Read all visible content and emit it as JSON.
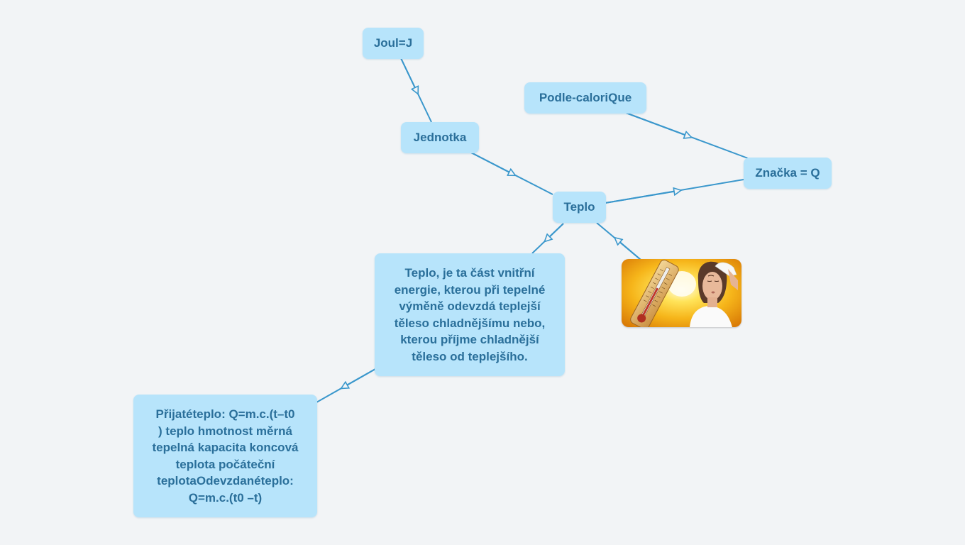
{
  "mindmap": {
    "colors": {
      "background": "#f2f4f6",
      "node_fill": "#b7e4fb",
      "node_text": "#2a6f9a",
      "edge": "#3a97cc"
    },
    "nodes": {
      "root": {
        "label": "Teplo"
      },
      "jednotka": {
        "label": "Jednotka"
      },
      "joul": {
        "label": "Joul=J"
      },
      "znacka": {
        "label": "Značka = Q"
      },
      "podle": {
        "label": "Podle-caloriQue"
      },
      "definice": {
        "label": "Teplo, je ta část vnitřní energie, kterou při tepelné výměně odevzdá teplejší těleso chladnějšímu nebo, kterou příjme chladnější těleso od teplejšího.",
        "lines": [
          "Teplo, je ta část vnitřní",
          "energie, kterou při tepelné",
          "výměně odevzdá teplejší",
          "těleso chladnějšímu nebo,",
          "kterou příjme chladnější",
          "těleso od teplejšího."
        ]
      },
      "vzorce": {
        "label": "Přijatéteplo: Q=m.c.(t–t0 ) teplo hmotnost měrná tepelná kapacita koncová teplota počáteční teplotaOdevzdanéteplo: Q=m.c.(t0 –t)",
        "lines": [
          "Přijatéteplo: Q=m.c.(t–t0",
          ") teplo hmotnost měrná",
          "tepelná kapacita koncová",
          "teplota počáteční",
          "teplotaOdevzdanéteplo:",
          "Q=m.c.(t0 –t)"
        ]
      },
      "image": {
        "description": "thermometer-and-sun-heat-image"
      }
    },
    "edges": [
      {
        "from": "joul",
        "to": "jednotka"
      },
      {
        "from": "jednotka",
        "to": "root"
      },
      {
        "from": "podle",
        "to": "znacka"
      },
      {
        "from": "root",
        "to": "znacka"
      },
      {
        "from": "image",
        "to": "root"
      },
      {
        "from": "root",
        "to": "definice"
      },
      {
        "from": "definice",
        "to": "vzorce"
      }
    ]
  }
}
